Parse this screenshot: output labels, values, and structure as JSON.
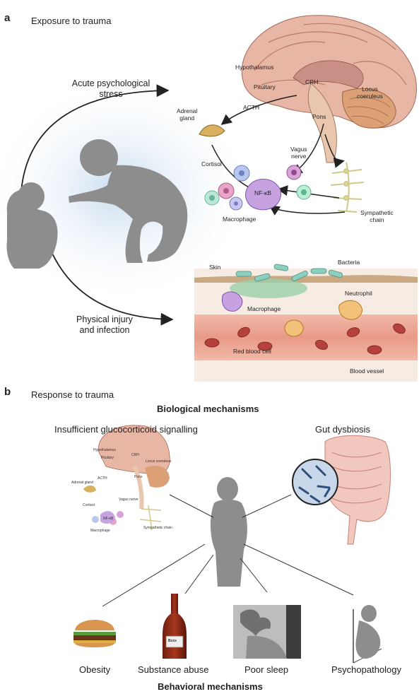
{
  "panel_a": {
    "letter": "a",
    "title": "Exposure to trauma",
    "acute_stress": [
      "Acute psychological",
      "stress"
    ],
    "physical_injury": [
      "Physical injury",
      "and infection"
    ],
    "brain_labels": {
      "hypothalamus": "Hypothalamus",
      "pituitary": "Pituitary",
      "crh": "CRH",
      "locus": [
        "Locus",
        "coeruleus"
      ],
      "acth": "ACTH",
      "adrenal": [
        "Adrenal",
        "gland"
      ],
      "pons": "Pons",
      "vagus": [
        "Vagus",
        "nerve"
      ],
      "cortisol": "Cortisol",
      "nfkb": "NF-κB",
      "sympathetic": [
        "Sympathetic",
        "chain"
      ],
      "macrophage": "Macrophage"
    },
    "tissue_labels": {
      "skin": "Skin",
      "bacteria": "Bacteria",
      "neutrophil": "Neutrophil",
      "macrophage": "Macrophage",
      "rbc": "Red blood cell",
      "vessel": "Blood vessel"
    }
  },
  "panel_b": {
    "letter": "b",
    "title": "Response to trauma",
    "biological": "Biological mechanisms",
    "glucocorticoid": "Insufficient glucocorticoid signalling",
    "gut": "Gut dysbiosis",
    "mini_labels": {
      "hypothalamus": "Hypothalamus",
      "pituitary": "Pituitary",
      "crh": "CRH",
      "locus": "Locus coeruleus",
      "acth": "ACTH",
      "adrenal": "Adrenal gland",
      "pons": "Pons",
      "vagus": "Vagus nerve",
      "cortisol": "Cortisol",
      "nfkb": "NF-κB",
      "sympathetic": "Sympathetic chain",
      "macrophage": "Macrophage"
    },
    "beer_label": "Bxxx",
    "outcomes": {
      "obesity": "Obesity",
      "substance": "Substance abuse",
      "sleep": "Poor sleep",
      "psycho": "Psychopathology"
    },
    "behavioral": "Behavioral mechanisms"
  },
  "colors": {
    "silhouette": "#8d8d8d",
    "brain": "#e8b6a4",
    "blood": "#e8735f",
    "skin": "#c9a882",
    "bacteria": "#8ccfbf"
  }
}
